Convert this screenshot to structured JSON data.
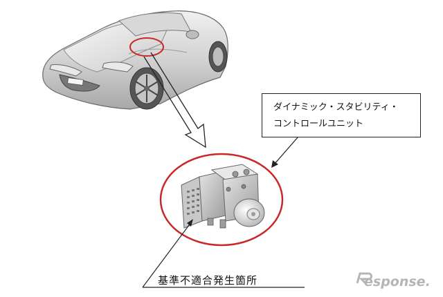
{
  "diagram": {
    "component_label_lines": [
      "ダイナミック・スタビリティ・",
      "コントロールユニット"
    ],
    "defect_location_label": "基準不適合発生箇所",
    "highlight_color": "#c8282a",
    "watermark": "esponse."
  }
}
